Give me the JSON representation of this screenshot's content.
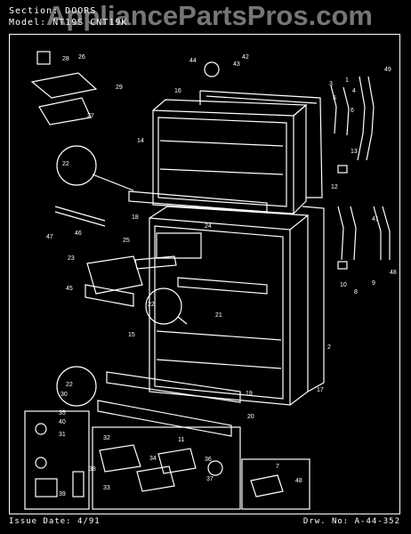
{
  "header": {
    "section": "Section:  DOORS",
    "model": "Model:  NT19S  CNT19K"
  },
  "watermark": "AppliancePartsPros.com",
  "footer": {
    "issue": "Issue Date: 4/91",
    "drawing": "Drw. No: A-44-352"
  },
  "part_labels": [
    "28",
    "26",
    "29",
    "27",
    "44",
    "43",
    "42",
    "16",
    "14",
    "22",
    "18",
    "47",
    "46",
    "25",
    "24",
    "23",
    "45",
    "21",
    "15",
    "22",
    "22",
    "19",
    "20",
    "30",
    "35",
    "40",
    "31",
    "38",
    "39",
    "32",
    "33",
    "34",
    "11",
    "36",
    "37",
    "7",
    "48",
    "49",
    "3",
    "1",
    "5",
    "4",
    "6",
    "13",
    "12",
    "2",
    "17",
    "10",
    "8",
    "9",
    "48",
    "41"
  ],
  "colors": {
    "background": "#000000",
    "line": "#ffffff"
  }
}
